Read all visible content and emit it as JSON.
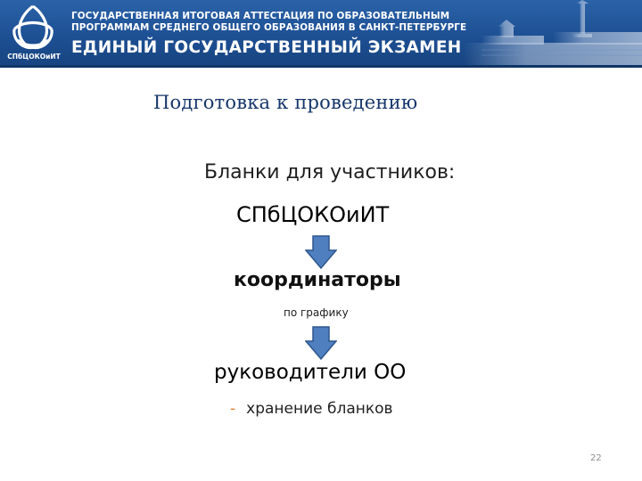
{
  "header": {
    "logo_caption": "СПбЦОКОиИТ",
    "line1": "ГОСУДАРСТВЕННАЯ ИТОГОВАЯ АТТЕСТАЦИЯ ПО ОБРАЗОВАТЕЛЬНЫМ",
    "line2": "ПРОГРАММАМ СРЕДНЕГО ОБЩЕГО ОБРАЗОВАНИЯ В САНКТ-ПЕТЕРБУРГЕ",
    "line3": "ЕДИНЫЙ ГОСУДАРСТВЕННЫЙ ЭКЗАМЕН",
    "colors": {
      "header_blue": "#1d4f93",
      "logo_outline": "#ffffff",
      "city_tint": "#b9c9df"
    }
  },
  "slide": {
    "title": "Подготовка к проведению",
    "blanki": "Бланки для участников:",
    "step1": "СПбЦОКОиИТ",
    "step2": "координаторы",
    "step2_note": "по графику",
    "step3": "руководители ОО",
    "bullet_dash": "-",
    "bullet": "хранение бланков",
    "page_number": "22",
    "arrow_icon": "down-arrow-icon",
    "colors": {
      "title": "#17376b",
      "arrow_fill": "#4f7fbf",
      "arrow_stroke": "#2f568e",
      "bullet_dash": "#e07b2a"
    }
  }
}
